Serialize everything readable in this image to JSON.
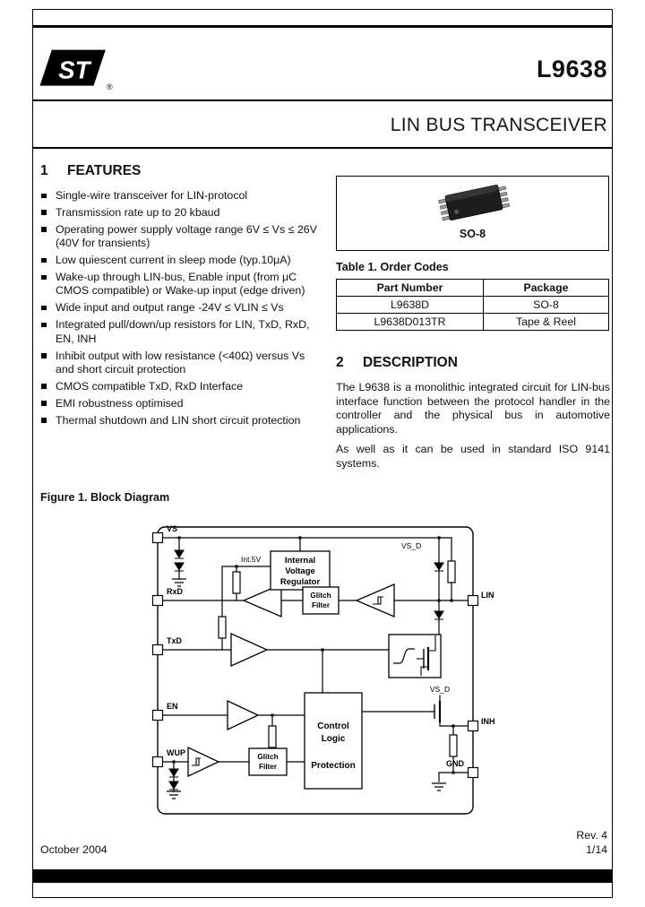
{
  "header": {
    "logo_text": "ST",
    "registered": "®",
    "part_number": "L9638",
    "subtitle": "LIN BUS TRANSCEIVER"
  },
  "features": {
    "number": "1",
    "title": "FEATURES",
    "items": [
      "Single-wire transceiver for LIN-protocol",
      "Transmission rate up to 20 kbaud",
      "Operating power supply voltage range 6V ≤ Vs ≤ 26V (40V for transients)",
      "Low quiescent current in sleep mode (typ.10μA)",
      "Wake-up through LIN-bus, Enable input (from μC CMOS compatible) or Wake-up input (edge driven)",
      "Wide input and output range -24V ≤ VLIN ≤ Vs",
      "Integrated pull/down/up resistors for LIN, TxD, RxD, EN, INH",
      "Inhibit output with low resistance (<40Ω) versus Vs and short circuit protection",
      "CMOS compatible TxD, RxD Interface",
      "EMI robustness optimised",
      "Thermal shutdown and LIN short circuit protection"
    ]
  },
  "package_box": {
    "label": "SO-8"
  },
  "order_table": {
    "title": "Table 1. Order Codes",
    "headers": [
      "Part Number",
      "Package"
    ],
    "rows": [
      [
        "L9638D",
        "SO-8"
      ],
      [
        "L9638D013TR",
        "Tape & Reel"
      ]
    ]
  },
  "description": {
    "number": "2",
    "title": "DESCRIPTION",
    "paragraphs": [
      "The L9638 is a monolithic integrated circuit for LIN-bus interface function between the protocol handler in the controller and the physical bus in automotive applications.",
      "As well as it can be used in standard ISO 9141 systems."
    ]
  },
  "figure": {
    "caption": "Figure 1. Block Diagram",
    "pins": {
      "vs": "VS",
      "rxd": "RxD",
      "txd": "TxD",
      "en": "EN",
      "wup": "WUP",
      "lin": "LIN",
      "inh": "INH",
      "gnd": "GND"
    },
    "labels": {
      "int5v": "Int.5V",
      "vsd_top": "VS_D",
      "vsd_mid": "VS_D",
      "regulator": [
        "Internal",
        "Voltage",
        "Regulator"
      ],
      "glitch": [
        "Glitch",
        "Filter"
      ],
      "control": [
        "Control",
        "Logic",
        "Protection"
      ]
    }
  },
  "footer": {
    "date": "October 2004",
    "revision": "Rev. 4",
    "page": "1/14"
  }
}
